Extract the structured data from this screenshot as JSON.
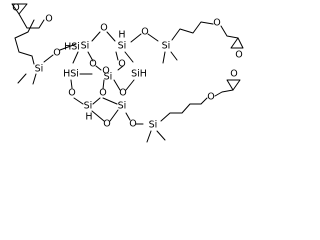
{
  "molecule": {
    "atom_labels": {
      "O_epox_left": "O",
      "O_ether_left": "O",
      "Si_left_silyl": "Si",
      "O_left_top": "O",
      "Si_cage_top_left": "Si",
      "HSi_cage_top_left": "HSi",
      "O_cage_top": "O",
      "Si_cage_top_right": "Si",
      "H_cage_top_right": "H",
      "O_right_top": "O",
      "Si_right_silyl": "Si",
      "O_ether_right": "O",
      "O_epox_right": "O",
      "HSi_cage_mid_left": "HSi",
      "O_cage_mid_left": "O",
      "O_cage_mid_center": "O",
      "O_cage_mid_right": "O",
      "SiH_cage_mid_right": "SiH",
      "Si_cage_center": "Si",
      "O_cage_lower_left": "O",
      "O_cage_lower_center": "O",
      "O_cage_lower_right": "O",
      "Si_cage_bottom_left": "Si",
      "H_cage_bottom_left": "H",
      "O_cage_bottom": "O",
      "Si_cage_bottom_right": "Si",
      "O_bottom_link": "O",
      "Si_bottom_silyl": "Si",
      "O_ether_bottom": "O",
      "O_epox_bottom": "O"
    }
  }
}
